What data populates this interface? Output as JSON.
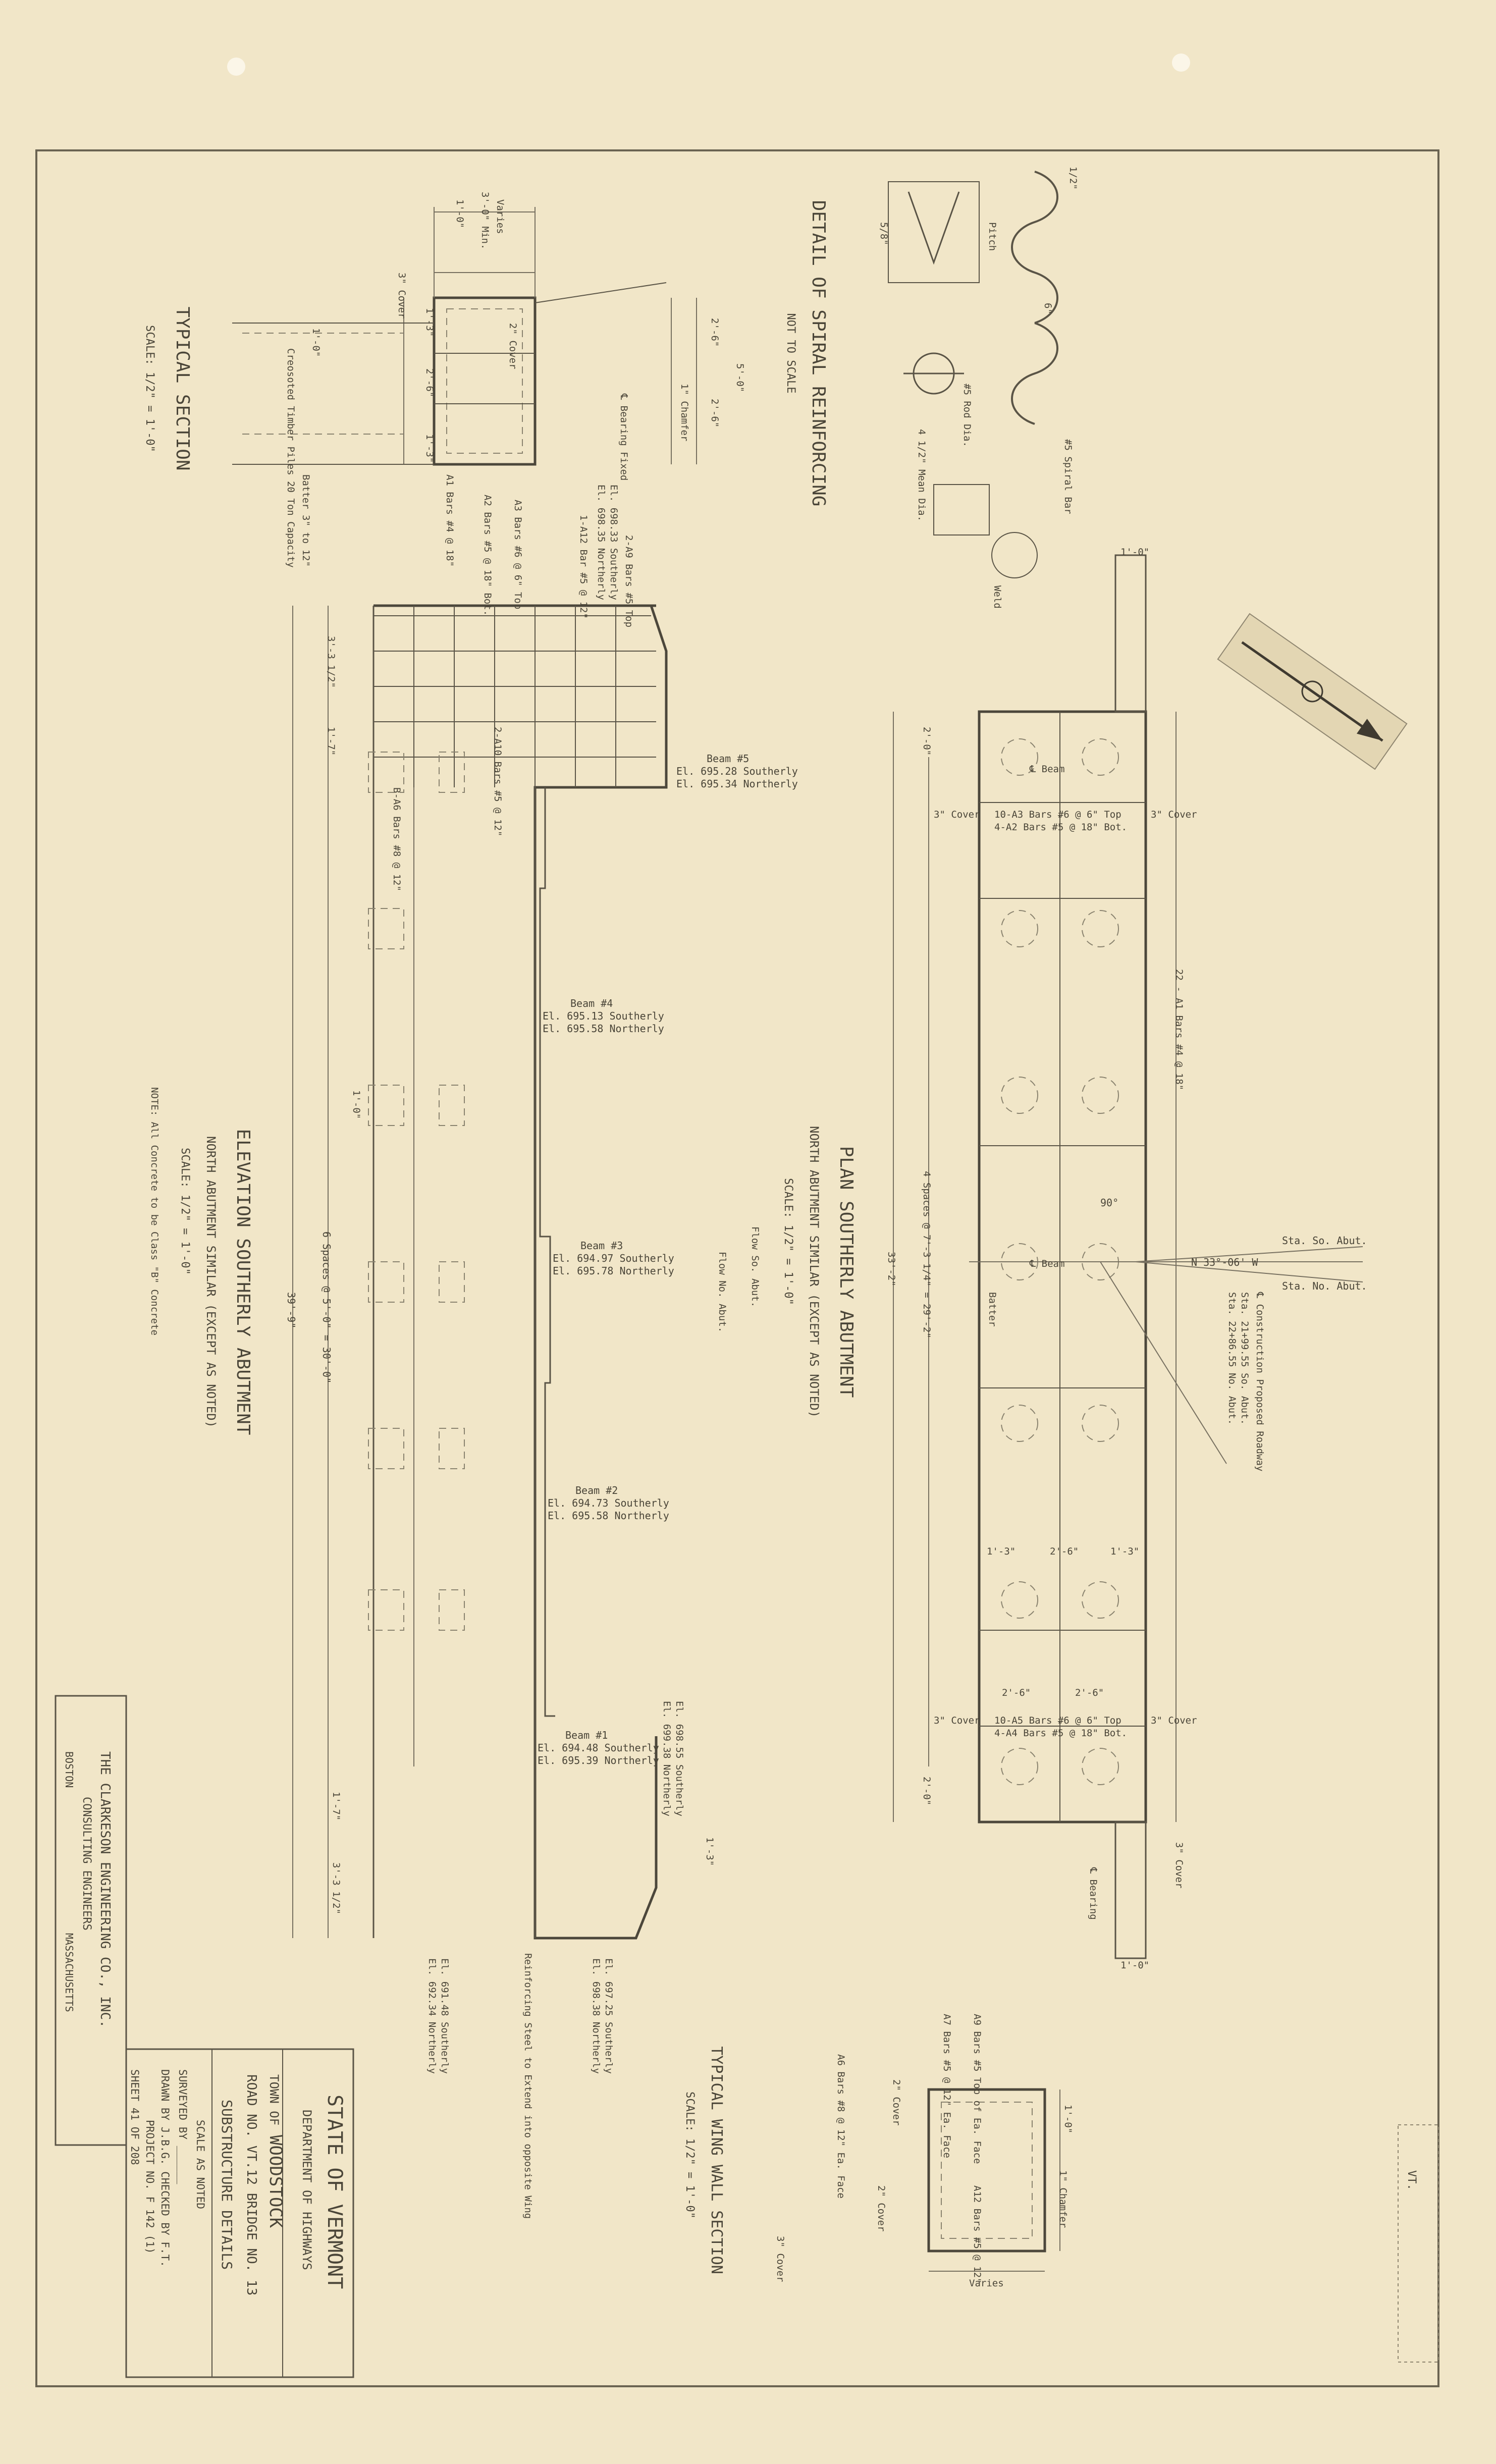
{
  "title_block": {
    "state": "STATE OF VERMONT",
    "department": "DEPARTMENT OF HIGHWAYS",
    "town_prefix": "TOWN OF",
    "town": "WOODSTOCK",
    "road_line": "ROAD NO. VT.12 BRIDGE NO. 13",
    "subject": "SUBSTRUCTURE DETAILS",
    "scale": "SCALE AS NOTED",
    "surveyed": "SURVEYED BY ______",
    "drawn": "DRAWN BY J.B.G. CHECKED BY F.T.",
    "project": "PROJECT NO. F 142 (1)",
    "sheet": "SHEET 41 OF 208",
    "corner_mark": "VT."
  },
  "engineer_block": {
    "name": "THE CLARKESON ENGINEERING CO., INC.",
    "role": "CONSULTING ENGINEERS",
    "city": "BOSTON",
    "state": "MASSACHUSETTS"
  },
  "views": {
    "typical_section": {
      "title": "TYPICAL SECTION",
      "scale": "SCALE: 1/2\" = 1'-0\"",
      "labels": [
        "3'-0\" Min.",
        "1'-0\"",
        "Varies",
        "3\" Cover",
        "1'-3\"",
        "2'-6\"",
        "1'-3\"",
        "1'-0\"",
        "Creosoted Timber Piles 20 Ton Capacity",
        "Batter 3\" to 12\"",
        "2\" Cover",
        "1\" Chamfer",
        "2'-6\"",
        "2'-6\"",
        "5'-0\"",
        "℄ Bearing Fixed",
        "A1 Bars #4 @ 18\"",
        "A2 Bars #5 @ 18\" Bot.",
        "A3 Bars #6 @ 6\" Top"
      ]
    },
    "spiral_detail": {
      "title": "DETAIL OF SPIRAL REINFORCING",
      "scale": "NOT TO SCALE",
      "labels": [
        "Pitch",
        "#5 Spiral Bar",
        "#5 Rod Dia.",
        "4 1/2\" Mean Dia.",
        "Weld",
        "5/8\"",
        "6\"",
        "1/2\""
      ]
    },
    "elevation": {
      "title": "ELEVATION SOUTHERLY ABUTMENT",
      "subtitle": "NORTH ABUTMENT SIMILAR (EXCEPT AS NOTED)",
      "scale": "SCALE: 1/2\" = 1'-0\"",
      "note": "NOTE: All Concrete to be Class \"B\" Concrete",
      "overall": "39'-9\"",
      "spacing": "6 Spaces @ 5'-0\" = 30'-0\"",
      "beams": [
        {
          "name": "Beam #5",
          "south": "El. 695.28 Southerly",
          "north": "El. 695.34 Northerly"
        },
        {
          "name": "Beam #4",
          "south": "El. 695.13 Southerly",
          "north": "El. 695.58 Northerly"
        },
        {
          "name": "Beam #3",
          "south": "El. 694.97 Southerly",
          "north": "El. 695.78 Northerly"
        },
        {
          "name": "Beam #2",
          "south": "El. 694.73 Southerly",
          "north": "El. 695.58 Northerly"
        },
        {
          "name": "Beam #1",
          "south": "El. 694.48 Southerly",
          "north": "El. 695.39 Northerly"
        }
      ],
      "top_left_els": [
        "El. 698.33 Southerly",
        "El. 698.35 Northerly"
      ],
      "top_right_els": [
        "El. 698.55 Southerly",
        "El. 699.38 Northerly"
      ],
      "bottom_left_els": [
        "El. 691.48 Southerly",
        "El. 692.34 Northerly"
      ],
      "bottom_right_els": [
        "El. 697.25 Southerly",
        "El. 698.38 Northerly"
      ],
      "labels": [
        "3'-3 1/2\"",
        "1'-7\"",
        "1'-0\"",
        "1'-7\"",
        "3'-3 1/2\"",
        "1'-3\"",
        "B-A6 Bars #8 @ 12\"",
        "2-A10 Bars #5 @ 12\"",
        "Reinforcing Steel to Extend into opposite Wing",
        "2-A9 Bars #5 Top",
        "1-A12 Bar #5 @ 12\""
      ]
    },
    "plan": {
      "title": "PLAN SOUTHERLY ABUTMENT",
      "subtitle": "NORTH ABUTMENT SIMILAR (EXCEPT AS NOTED)",
      "scale": "SCALE: 1/2\" = 1'-0\"",
      "flow_south": "Flow So. Abut.",
      "flow_north": "Flow No. Abut.",
      "bearing_txt": "N 33°-06' W",
      "station_south": "Sta. So. Abut.",
      "station_north": "Sta. No. Abut.",
      "construction": "℄ Construction Proposed Roadway",
      "sta_lines": [
        "Sta. 21+99.55 So. Abut.",
        "Sta. 22+86.55 No. Abut."
      ],
      "angle": "90°",
      "top_bars": "10-A3 Bars #6 @ 6\" Top",
      "top_bars2": "4-A2 Bars #5 @ 18\" Bot.",
      "bot_bars": "10-A5 Bars #6 @ 6\" Top",
      "bot_bars2": "4-A4 Bars #5 @ 18\" Bot.",
      "side_bars": "22 - A1 Bars #4 @ 18\"",
      "spacing": "4 Spaces @ 7'-3 1/4\" = 29'-2\"",
      "overall": "33'-2\"",
      "labels": [
        "1'-0\"",
        "3\" Cover",
        "3\" Cover",
        "2'-0\"",
        "℄ Beam",
        "℄ Beam",
        "Batter",
        "1'-3\"",
        "2'-6\"",
        "1'-3\"",
        "2'-6\"",
        "2'-6\"",
        "3\" Cover",
        "3\" Cover",
        "2'-0\"",
        "℄ Bearing",
        "3\" Cover",
        "1'-0\""
      ]
    },
    "wing_wall": {
      "title": "TYPICAL WING WALL SECTION",
      "scale": "SCALE: 1/2\" = 1'-0\"",
      "labels": [
        "A9 Bars #5 Top of Ea. Face",
        "A7 Bars #5 @ 12\" Ea. Face",
        "A6 Bars #8 @ 12\" Ea. Face",
        "2\" Cover",
        "2\" Cover",
        "3\" Cover",
        "A12 Bars #5 @ 12\"",
        "Varies",
        "1\" Chamfer",
        "1'-0\""
      ]
    }
  }
}
